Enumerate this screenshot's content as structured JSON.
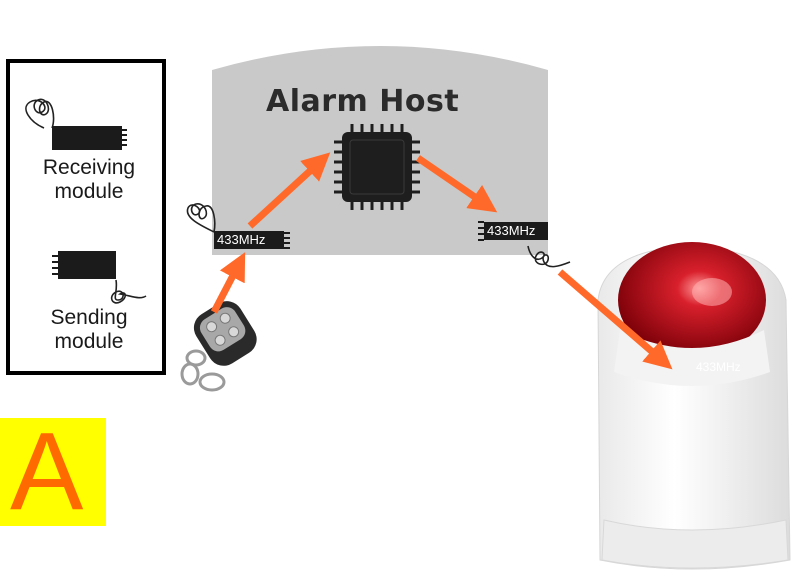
{
  "host": {
    "title": "Alarm Host"
  },
  "modules": {
    "receiving_label": "Receiving module",
    "sending_label": "Sending module"
  },
  "chips": {
    "input_freq": "433MHz",
    "output_freq": "433MHz",
    "siren_freq": "433MHz"
  },
  "corner_marker": {
    "letter": "A",
    "background": "#ffff00",
    "letter_color": "#ff6a00"
  },
  "colors": {
    "arrow": "#ff6a2a",
    "host_panel": "#c9c9c9",
    "siren_dome": "#b8101a"
  },
  "icons": [
    "antenna-coil-icon",
    "module-chip-icon",
    "remote-key-fob-icon",
    "processor-chip-icon",
    "siren-icon"
  ]
}
